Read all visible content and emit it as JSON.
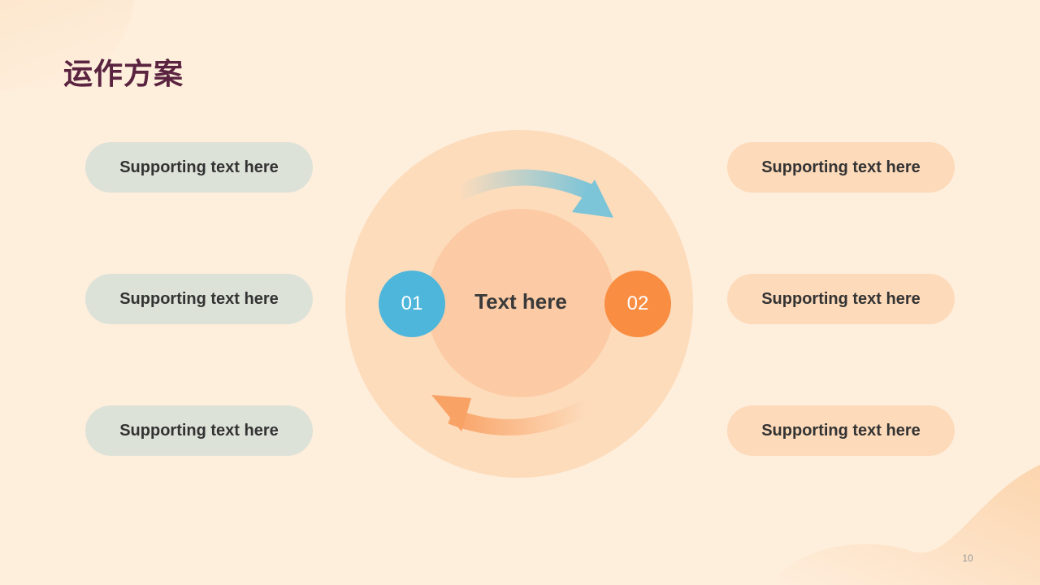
{
  "title": "运作方案",
  "left_items": [
    {
      "label": "Supporting text here"
    },
    {
      "label": "Supporting text here"
    },
    {
      "label": "Supporting text here"
    }
  ],
  "right_items": [
    {
      "label": "Supporting text here"
    },
    {
      "label": "Supporting text here"
    },
    {
      "label": "Supporting text here"
    }
  ],
  "center": {
    "label": "Text here"
  },
  "markers": [
    {
      "label": "01",
      "color": "#4FB6DB"
    },
    {
      "label": "02",
      "color": "#F98D42"
    }
  ],
  "colors": {
    "background": "#FEEEDC",
    "title": "#5A2340",
    "left_pill": "#DDE2D9",
    "right_pill": "#FDDABA",
    "outer_circle": "#FDDCBC",
    "inner_circle": "#FCCBA5",
    "arrow_top": "#7CC4D8",
    "arrow_bottom": "#F9A266"
  },
  "icons": [
    "curved-arrow-clockwise-top-icon",
    "curved-arrow-clockwise-bottom-icon"
  ],
  "page_number": "10"
}
